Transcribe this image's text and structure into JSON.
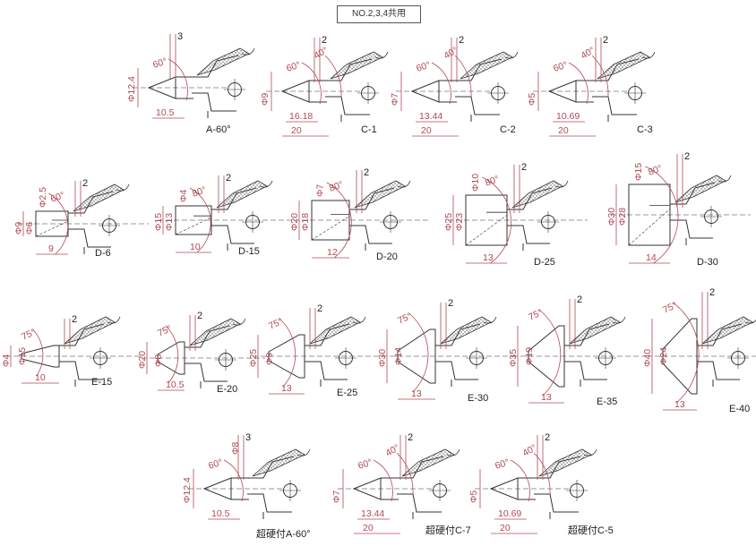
{
  "header": {
    "title": "NO.2,3,4共用"
  },
  "colors": {
    "dimension": "#b04a55",
    "outline": "#333333",
    "hatch": "#555555"
  },
  "drawings": [
    {
      "id": "A-60",
      "label": "A-60°",
      "angles": [
        "60°"
      ],
      "offset": "3",
      "dia_labels": [
        "Φ12.4"
      ],
      "dims": [
        "10.5"
      ]
    },
    {
      "id": "C-1",
      "label": "C-1",
      "angles": [
        "60°",
        "40°"
      ],
      "offset": "2",
      "dia_labels": [
        "Φ9"
      ],
      "dims": [
        "16.18",
        "20"
      ]
    },
    {
      "id": "C-2",
      "label": "C-2",
      "angles": [
        "60°",
        "40°"
      ],
      "offset": "2",
      "dia_labels": [
        "Φ7"
      ],
      "dims": [
        "13.44",
        "20"
      ]
    },
    {
      "id": "C-3",
      "label": "C-3",
      "angles": [
        "60°",
        "40°"
      ],
      "offset": "2",
      "dia_labels": [
        "Φ5"
      ],
      "dims": [
        "10.69",
        "20"
      ]
    },
    {
      "id": "D-6",
      "label": "D-6",
      "angles": [
        "60°"
      ],
      "offset": "2",
      "dia_labels": [
        "Φ2.5",
        "Φ9",
        "Φ6"
      ],
      "dims": [
        "9"
      ]
    },
    {
      "id": "D-15",
      "label": "D-15",
      "angles": [
        "80°"
      ],
      "offset": "2",
      "dia_labels": [
        "Φ4",
        "Φ15",
        "Φ13"
      ],
      "dims": [
        "10"
      ]
    },
    {
      "id": "D-20",
      "label": "D-20",
      "angles": [
        "80°"
      ],
      "offset": "2",
      "dia_labels": [
        "Φ7",
        "Φ20",
        "Φ18"
      ],
      "dims": [
        "12"
      ]
    },
    {
      "id": "D-25",
      "label": "D-25",
      "angles": [
        "80°"
      ],
      "offset": "2",
      "dia_labels": [
        "Φ10",
        "Φ25",
        "Φ23"
      ],
      "dims": [
        "13"
      ]
    },
    {
      "id": "D-30",
      "label": "D-30",
      "angles": [
        "80°"
      ],
      "offset": "2",
      "dia_labels": [
        "Φ15",
        "Φ30",
        "Φ28"
      ],
      "dims": [
        "14"
      ]
    },
    {
      "id": "E-15",
      "label": "E-15",
      "angles": [
        "75°"
      ],
      "offset": "2",
      "dia_labels": [
        "Φ4",
        "Φ15"
      ],
      "dims": [
        "10"
      ]
    },
    {
      "id": "E-20",
      "label": "E-20",
      "angles": [
        "75°"
      ],
      "offset": "2",
      "dia_labels": [
        "Φ20",
        "Φ8"
      ],
      "dims": [
        "10.5"
      ]
    },
    {
      "id": "E-25",
      "label": "E-25",
      "angles": [
        "75°"
      ],
      "offset": "2",
      "dia_labels": [
        "Φ25",
        "Φ9"
      ],
      "dims": [
        "13"
      ]
    },
    {
      "id": "E-30",
      "label": "E-30",
      "angles": [
        "75°"
      ],
      "offset": "2",
      "dia_labels": [
        "Φ30",
        "Φ14"
      ],
      "dims": [
        "13"
      ]
    },
    {
      "id": "E-35",
      "label": "E-35",
      "angles": [
        "75°"
      ],
      "offset": "2",
      "dia_labels": [
        "Φ35",
        "Φ19"
      ],
      "dims": [
        "13"
      ]
    },
    {
      "id": "E-40",
      "label": "E-40",
      "angles": [
        "75°"
      ],
      "offset": "2",
      "dia_labels": [
        "Φ40",
        "Φ24"
      ],
      "dims": [
        "13"
      ]
    },
    {
      "id": "CA-60",
      "label": "超硬付A-60°",
      "angles": [
        "60°"
      ],
      "offset": "3",
      "dia_labels": [
        "Φ8",
        "Φ12.4"
      ],
      "dims": [
        "10.5"
      ]
    },
    {
      "id": "CC-7",
      "label": "超硬付C-7",
      "angles": [
        "60°",
        "40°"
      ],
      "offset": "2",
      "dia_labels": [
        "Φ7"
      ],
      "dims": [
        "13.44",
        "20"
      ]
    },
    {
      "id": "CC-5",
      "label": "超硬付C-5",
      "angles": [
        "60°",
        "40°"
      ],
      "offset": "2",
      "dia_labels": [
        "Φ5"
      ],
      "dims": [
        "10.69",
        "20"
      ]
    }
  ]
}
